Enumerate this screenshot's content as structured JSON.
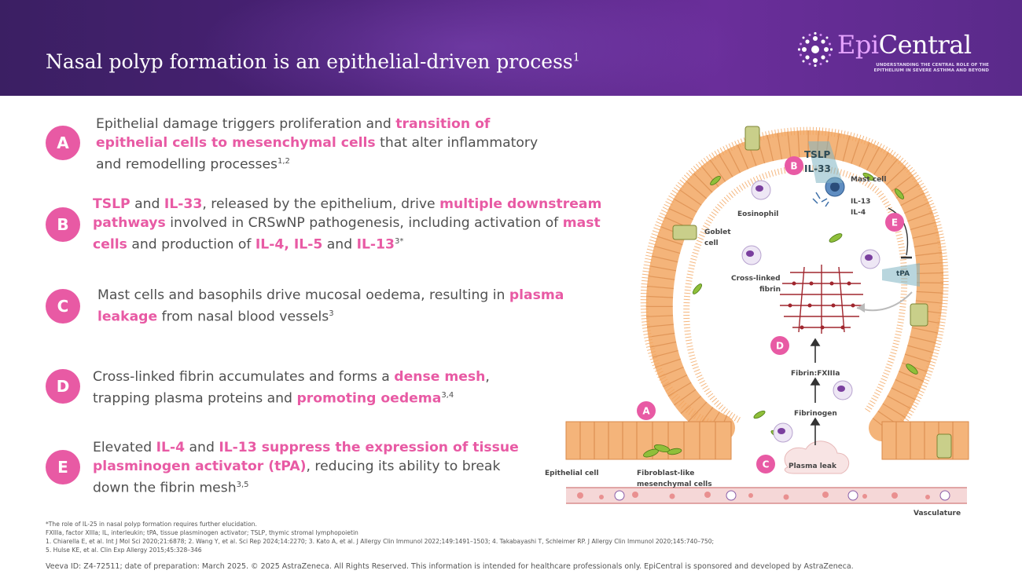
{
  "header": {
    "title": "Nasal polyp formation is an epithelial-driven process",
    "title_ref": "1"
  },
  "logo": {
    "epi": "Epi",
    "central": "Central",
    "tagline_1": "UNDERSTANDING THE CENTRAL ROLE OF THE",
    "tagline_2": "EPITHELIUM IN SEVERE ASTHMA AND BEYOND"
  },
  "bullets": [
    {
      "letter": "A",
      "l1_a": "Epithelial damage triggers proliferation and ",
      "l1_hl": "transition of",
      "l2_hl": "epithelial cells to mesenchymal cells",
      "l2_b": " that alter inflammatory",
      "l3": "and remodelling processes",
      "ref": "1,2"
    },
    {
      "letter": "B",
      "l1_hl1": "TSLP",
      "l1_a": " and ",
      "l1_hl2": "IL-33",
      "l1_b": ", released by the epithelium, drive ",
      "l1_hl3": "multiple downstream",
      "l2_hl": "pathways",
      "l2_a": " involved in CRSwNP pathogenesis, including activation of ",
      "l2_hl2": "mast",
      "l3_hl": "cells",
      "l3_a": " and production of ",
      "l3_hl2": "IL-4, IL-5",
      "l3_b": " and ",
      "l3_hl3": "IL-13",
      "ref": "3*"
    },
    {
      "letter": "C",
      "l1_a": "Mast cells and basophils drive mucosal oedema, resulting in ",
      "l1_hl": "plasma",
      "l2_hl": "leakage",
      "l2_a": " from nasal blood vessels",
      "ref": "3"
    },
    {
      "letter": "D",
      "l1_a": "Cross-linked fibrin accumulates and forms a ",
      "l1_hl": "dense mesh",
      "l1_b": ",",
      "l2_a": "trapping plasma proteins and ",
      "l2_hl": "promoting oedema",
      "ref": "3,4"
    },
    {
      "letter": "E",
      "l1_a": "Elevated ",
      "l1_hl": "IL-4",
      "l1_b": " and ",
      "l1_hl2": "IL-13 suppress the expression of tissue",
      "l2_hl": "plasminogen activator (tPA)",
      "l2_a": ", reducing its ability to break",
      "l3": "down the fibrin mesh",
      "ref": "3,5"
    }
  ],
  "illustration": {
    "tslp": "TSLP",
    "il33": "IL-33",
    "mast_cell": "Mast cell",
    "il13": "IL-13",
    "il4": "IL-4",
    "eosinophil": "Eosinophil",
    "goblet_1": "Goblet",
    "goblet_2": "cell",
    "crosslinked_1": "Cross-linked",
    "crosslinked_2": "fibrin",
    "tpa": "tPA",
    "fibrin_fxiiia": "Fibrin:FXIIIa",
    "fibrinogen": "Fibrinogen",
    "plasma_leak": "Plasma leak",
    "epithelial_cell": "Epithelial cell",
    "fibroblast_1": "Fibroblast-like",
    "fibroblast_2": "mesenchymal cells",
    "vasculature": "Vasculature",
    "label_a": "A",
    "label_b": "B",
    "label_c": "C",
    "label_d": "D",
    "label_e": "E",
    "colors": {
      "pink": "#e85aa4",
      "epithelium": "#f4b47a",
      "goblet": "#c9cf8a",
      "fibrin": "#a0262e",
      "vessel": "#f5d7d7",
      "teal": "#7fb5c3"
    }
  },
  "footnotes": {
    "l1": "*The role of IL-25 in nasal polyp formation requires further elucidation.",
    "l2": "FXIIIa, factor XIIIa; IL, interleukin; tPA, tissue plasminogen activator; TSLP, thymic stromal lymphopoietin",
    "l3": "1. Chiarella E, et al. Int J Mol Sci 2020;21:6878; 2. Wang Y, et al. Sci Rep 2024;14:2270; 3. Kato A, et al. J Allergy Clin Immunol 2022;149:1491–1503; 4. Takabayashi T, Schleimer RP. J Allergy Clin Immunol 2020;145:740–750;",
    "l4": "5. Hulse KE, et al. Clin Exp Allergy 2015;45:328–346"
  },
  "veeva": "Veeva ID: Z4-72511; date of preparation: March 2025. © 2025 AstraZeneca. All Rights Reserved. This information is intended for healthcare professionals only. EpiCentral is sponsored and developed by AstraZeneca."
}
